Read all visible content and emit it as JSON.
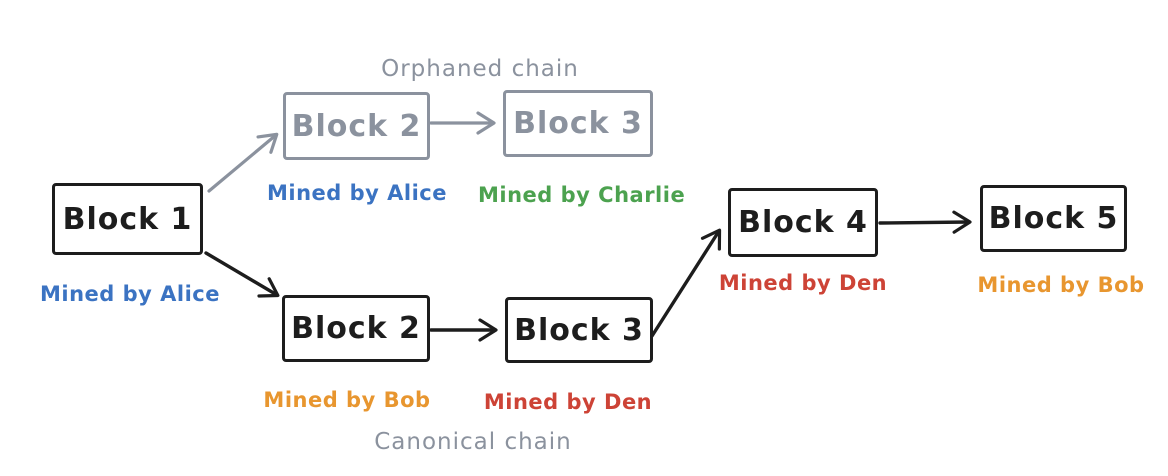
{
  "diagram": {
    "title_orphaned": "Orphaned chain",
    "title_canonical": "Canonical chain",
    "blocks": {
      "block1": {
        "label": "Block 1",
        "miner": "Mined by Alice",
        "style": "black"
      },
      "orphan_block2": {
        "label": "Block 2",
        "miner": "Mined by Alice",
        "style": "gray"
      },
      "orphan_block3": {
        "label": "Block 3",
        "miner": "Mined by Charlie",
        "style": "gray"
      },
      "canon_block2": {
        "label": "Block 2",
        "miner": "Mined by Bob",
        "style": "black"
      },
      "canon_block3": {
        "label": "Block 3",
        "miner": "Mined by Den",
        "style": "black"
      },
      "block4": {
        "label": "Block 4",
        "miner": "Mined by Den",
        "style": "black"
      },
      "block5": {
        "label": "Block 5",
        "miner": "Mined by Bob",
        "style": "black"
      }
    },
    "edges": [
      {
        "from": "block1",
        "to": "orphan_block2",
        "style": "gray"
      },
      {
        "from": "orphan_block2",
        "to": "orphan_block3",
        "style": "gray"
      },
      {
        "from": "block1",
        "to": "canon_block2",
        "style": "black"
      },
      {
        "from": "canon_block2",
        "to": "canon_block3",
        "style": "black"
      },
      {
        "from": "canon_block3",
        "to": "block4",
        "style": "black"
      },
      {
        "from": "block4",
        "to": "block5",
        "style": "black"
      }
    ],
    "colors": {
      "black": "#1d1d1d",
      "gray": "#8b929e",
      "blue": "#3b73c2",
      "green": "#4ca24f",
      "orange": "#e8962f",
      "red": "#cd4336",
      "background": "#ffffff"
    },
    "miner_colors": {
      "Alice": "#3b73c2",
      "Charlie": "#4ca24f",
      "Bob": "#e8962f",
      "Den": "#cd4336"
    }
  }
}
